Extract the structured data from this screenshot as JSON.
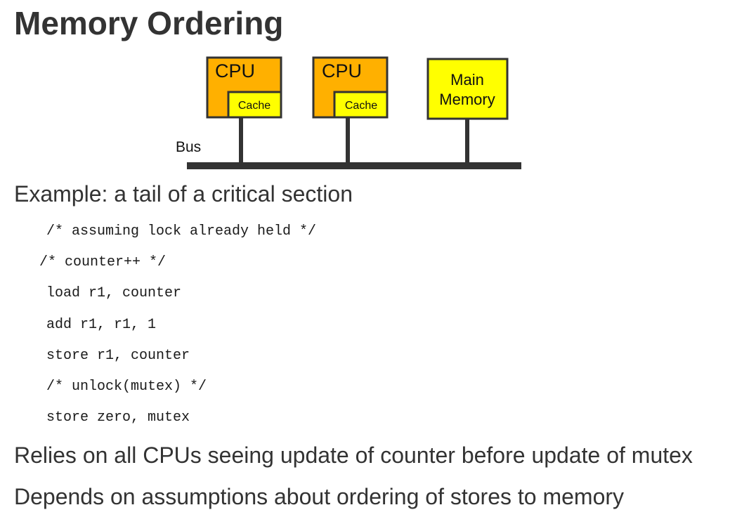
{
  "title": "Memory Ordering",
  "diagram": {
    "cpus": [
      {
        "label": "CPU",
        "cache_label": "Cache"
      },
      {
        "label": "CPU",
        "cache_label": "Cache"
      }
    ],
    "memory": {
      "line1": "Main",
      "line2": "Memory"
    },
    "bus_label": "Bus",
    "colors": {
      "cpu": "#FFB000",
      "cache": "#FFFF00",
      "memory": "#FFFF00",
      "bus": "#333333"
    }
  },
  "example_heading": "Example: a tail of a critical section",
  "code_lines": [
    "/* assuming lock already held */",
    "/* counter++ */",
    "load r1, counter",
    "add r1, r1, 1",
    "store r1, counter",
    "/* unlock(mutex) */",
    "store zero, mutex"
  ],
  "bullets": [
    "Relies on all CPUs seeing update of counter before update of mutex",
    "Depends on assumptions about ordering of stores to memory"
  ]
}
